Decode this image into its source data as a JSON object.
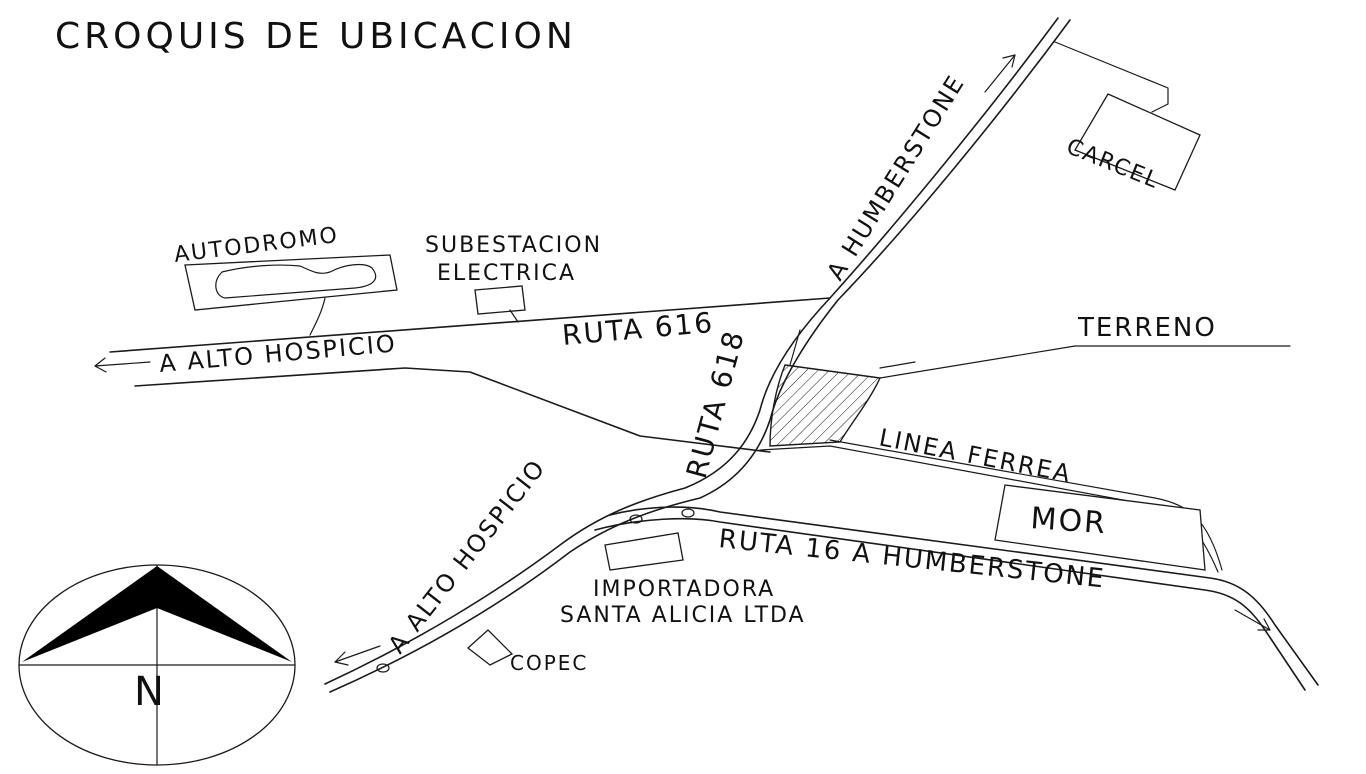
{
  "map": {
    "title": "CROQUIS DE UBICACION",
    "labels": {
      "a_humberstone_north": "A HUMBERSTONE",
      "carcel": "CARCEL",
      "autodromo": "AUTODROMO",
      "subestacion_line1": "SUBESTACION",
      "subestacion_line2": "ELECTRICA",
      "terreno": "TERRENO",
      "ruta_616": "RUTA 616",
      "a_alto_hospicio_west": "A ALTO HOSPICIO",
      "ruta_618": "RUTA 618",
      "linea_ferrea": "LINEA FERREA",
      "mor": "MOR",
      "ruta_16": "RUTA  16  A HUMBERSTONE",
      "a_alto_hospicio_sw": "A ALTO HOSPICIO",
      "importadora_line1": "IMPORTADORA",
      "importadora_line2": "SANTA ALICIA LTDA",
      "copec": "COPEC"
    },
    "compass": {
      "north_label": "N"
    },
    "colors": {
      "ink": "#1a1a1a",
      "background": "#ffffff"
    },
    "icons": {
      "compass": "north-arrow-icon",
      "parcel_hatch": "hatched-parcel-icon"
    }
  }
}
